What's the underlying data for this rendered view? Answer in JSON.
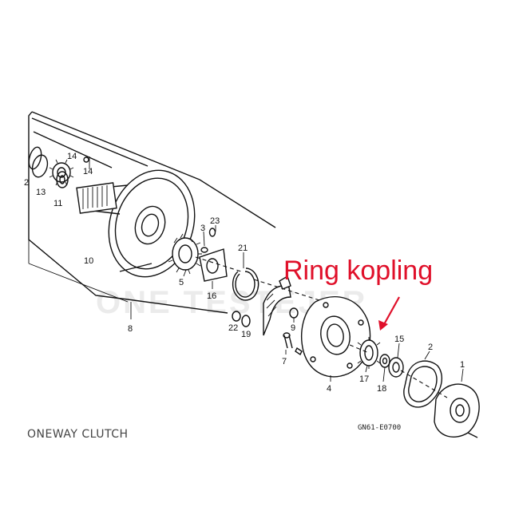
{
  "callout": {
    "text": "Ring kopling",
    "color": "#e0102a"
  },
  "caption": "ONEWAY CLUTCH",
  "diagram_code": "GN61-E0700",
  "watermark": "ONE TESTEJER",
  "parts": {
    "p1": "1",
    "p2": "2",
    "p2b": "2",
    "p3": "3",
    "p4": "4",
    "p5": "5",
    "p7": "7",
    "p8": "8",
    "p9": "9",
    "p10": "10",
    "p11": "11",
    "p13": "13",
    "p14a": "14",
    "p14b": "14",
    "p15": "15",
    "p16": "16",
    "p17": "17",
    "p18": "18",
    "p19": "19",
    "p21": "21",
    "p22": "22",
    "p23": "23"
  }
}
